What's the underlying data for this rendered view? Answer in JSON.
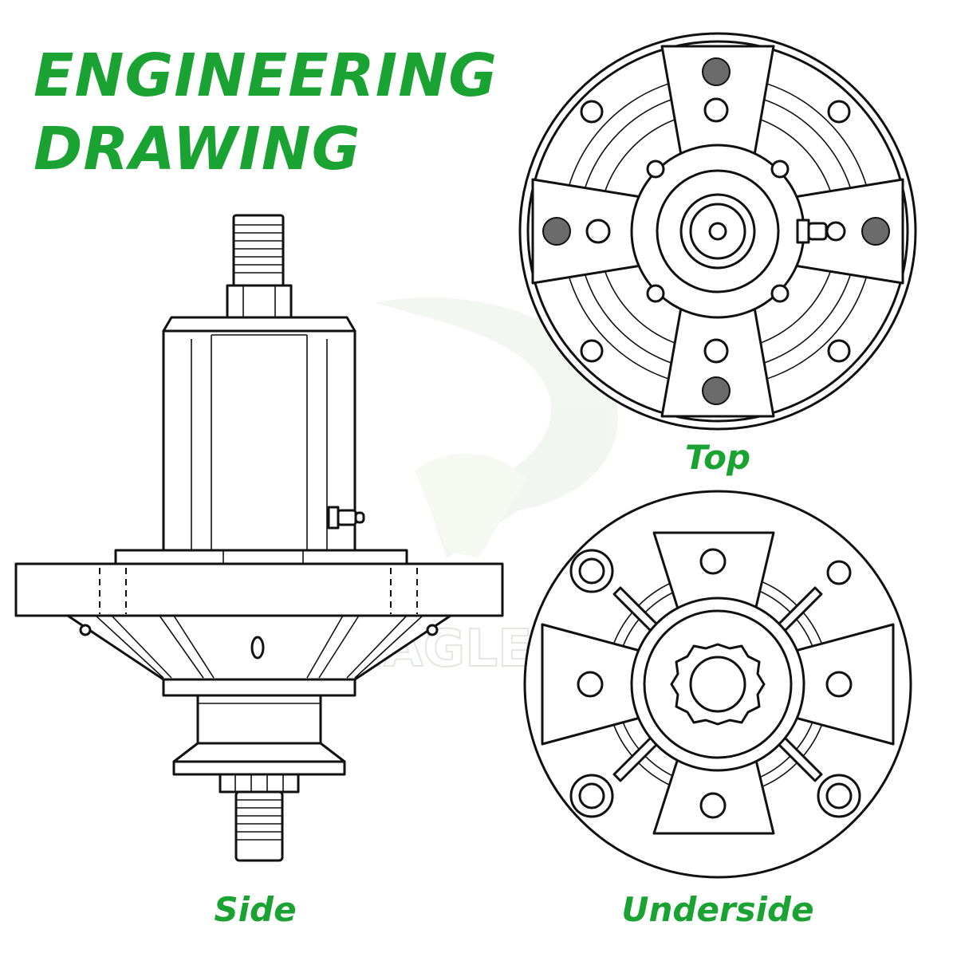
{
  "title": {
    "line1": "ENGINEERING",
    "line2": "DRAWING"
  },
  "views": {
    "top": "Top",
    "side": "Side",
    "underside": "Underside"
  },
  "watermark": {
    "text": "POSEAGLE"
  },
  "colors": {
    "accent": "#1aa332",
    "line": "#111111",
    "marked_hole": "#6b6b6b",
    "background": "#ffffff"
  }
}
